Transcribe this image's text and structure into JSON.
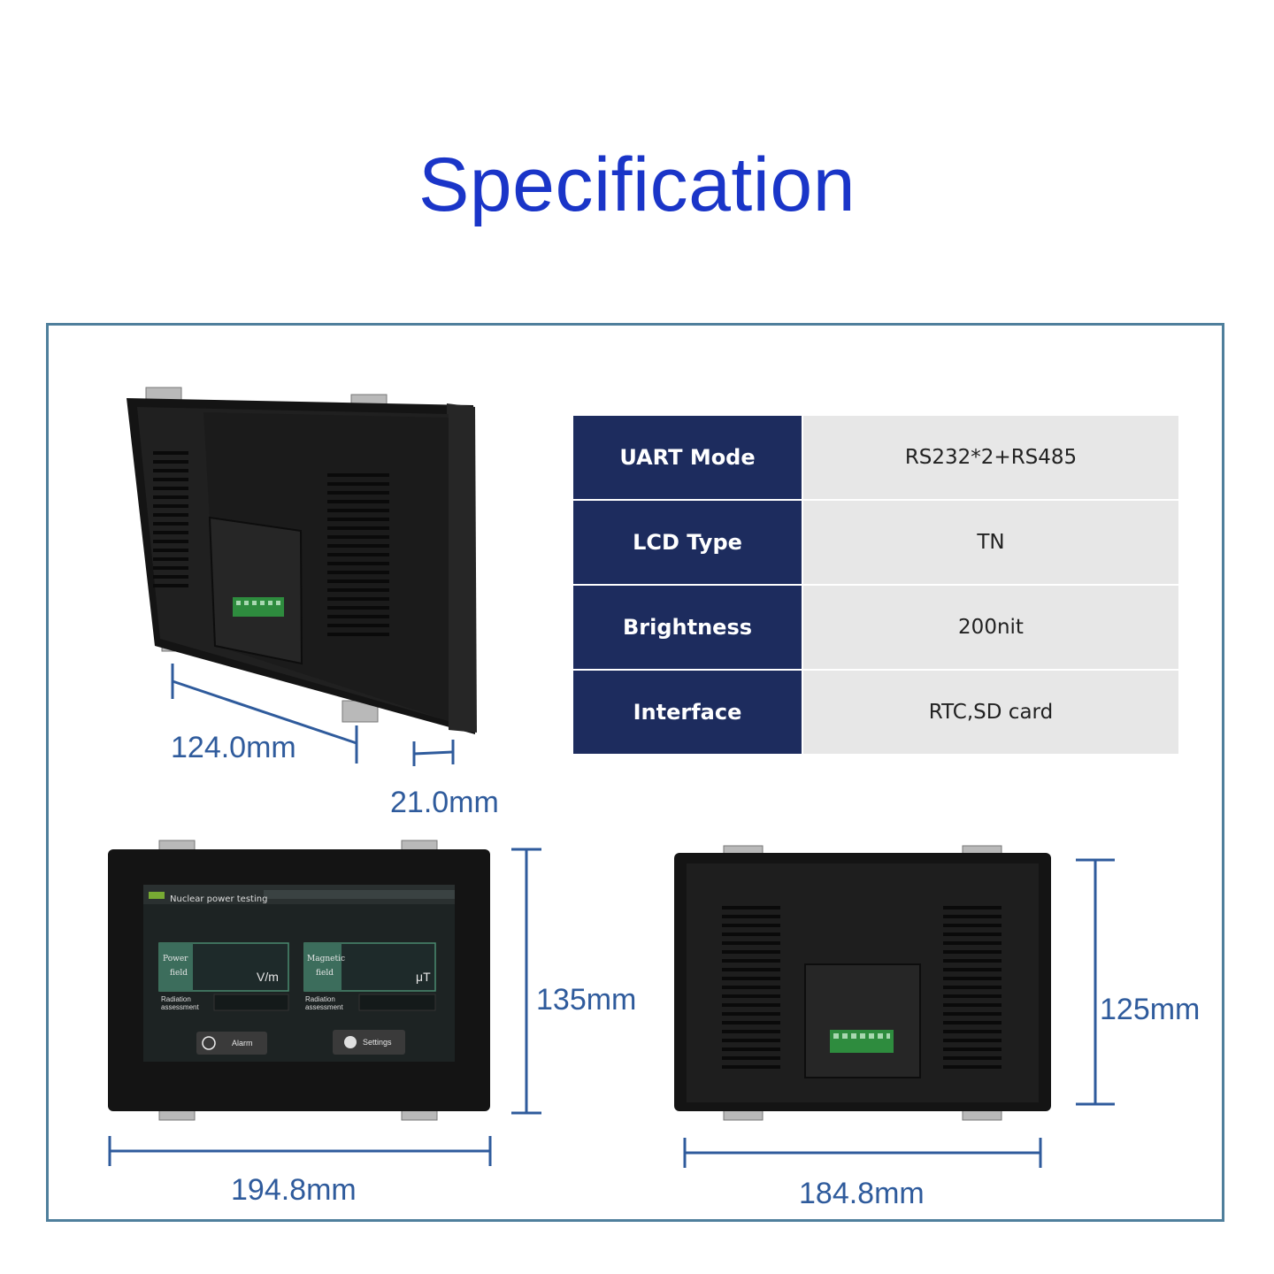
{
  "title": "Specification",
  "specs": [
    {
      "label": "UART Mode",
      "value": "RS232*2+RS485"
    },
    {
      "label": "LCD Type",
      "value": "TN"
    },
    {
      "label": "Brightness",
      "value": "200nit"
    },
    {
      "label": "Interface",
      "value": "RTC,SD card"
    }
  ],
  "dimensions": {
    "depth_width": "124.0mm",
    "thickness": "21.0mm",
    "front_width": "194.8mm",
    "front_height": "135mm",
    "back_width": "184.8mm",
    "back_height": "125mm"
  },
  "screen_ui": {
    "header": "Nuclear power testing",
    "power_field_label_1": "Power",
    "power_field_label_2": "field",
    "power_unit": "V/m",
    "magnetic_field_label_1": "Magnetic",
    "magnetic_field_label_2": "field",
    "magnetic_unit": "μT",
    "radiation_label_1": "Radiation",
    "radiation_label_2": "assessment",
    "alarm_button": "Alarm",
    "settings_button": "Settings"
  },
  "colors": {
    "title": "#1a35c8",
    "table_header": "#1d2c5e",
    "table_value_bg": "#e7e7e7",
    "dimension": "#2f5b9c",
    "frame": "#4f7f9c"
  }
}
